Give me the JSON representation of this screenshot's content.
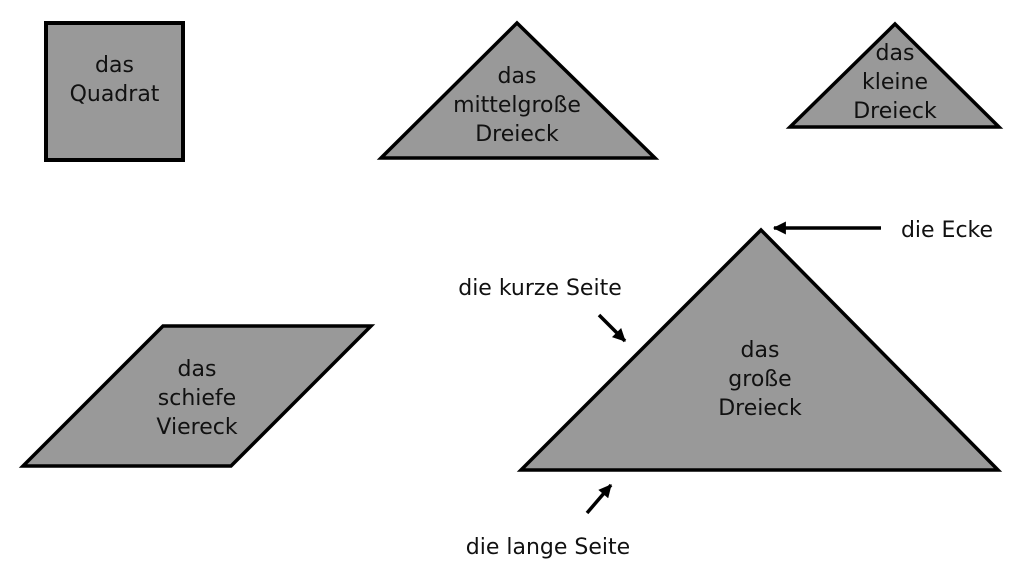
{
  "colors": {
    "background": "#ffffff",
    "shape_fill": "#999999",
    "shape_outline": "#000000",
    "text": "#111111"
  },
  "shapes": {
    "square": {
      "label_lines": [
        "das",
        "Quadrat"
      ]
    },
    "medium_triangle": {
      "label_lines": [
        "das",
        "mittelgroße",
        "Dreieck"
      ]
    },
    "small_triangle": {
      "label_lines": [
        "das",
        "kleine",
        "Dreieck"
      ]
    },
    "parallelogram": {
      "label_lines": [
        "das",
        "schiefe",
        "Viereck"
      ]
    },
    "large_triangle": {
      "label_lines": [
        "das",
        "große",
        "Dreieck"
      ]
    }
  },
  "annotations": {
    "corner": {
      "label": "die Ecke"
    },
    "short_side": {
      "label": "die kurze Seite"
    },
    "long_side": {
      "label": "die lange Seite"
    }
  }
}
